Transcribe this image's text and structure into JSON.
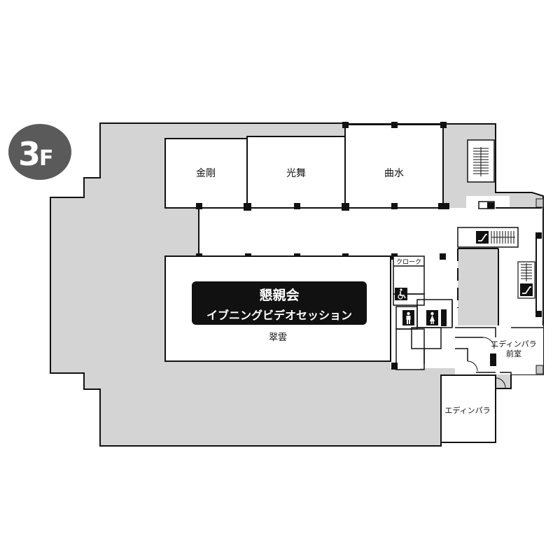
{
  "floor": {
    "label_num": "3",
    "label_suffix": "F"
  },
  "rooms": {
    "kongo": "金剛",
    "kobu": "光舞",
    "kyokusui": "曲水",
    "suiun": "翠雲",
    "cloak": "クローク",
    "edinpara": "エディンパラ",
    "edinpara_ante_1": "エディンパラ",
    "edinpara_ante_2": "前室"
  },
  "highlight": {
    "line1": "懇親会",
    "line2": "イブニングビデオセッション"
  },
  "icons": {
    "stairs": "stairs-icon",
    "escalator": "escalator-icon",
    "accessible_restroom": "wheelchair-icon",
    "restroom_male": "male-restroom-icon",
    "restroom_female": "female-restroom-icon"
  },
  "colors": {
    "floor_fill": "#d4d4d4",
    "wall": "#111111",
    "badge": "#5a5a5a",
    "highlight_bg": "#111111"
  }
}
